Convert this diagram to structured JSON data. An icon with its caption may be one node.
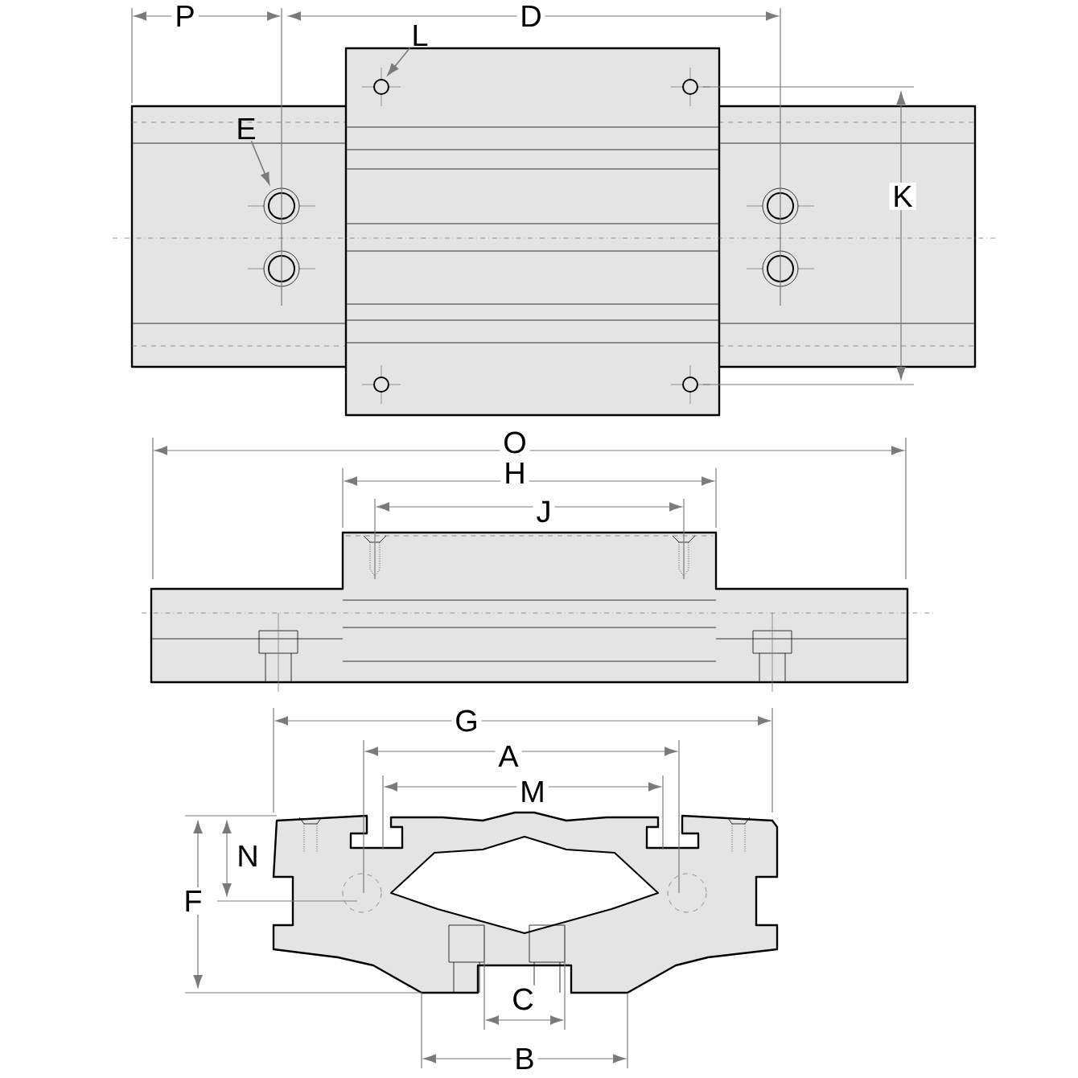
{
  "diagram": {
    "nodes": [
      {
        "text": [
          "L"
        ]
      },
      {
        "text": [
          "E"
        ]
      }
    ],
    "edges": [
      {
        "from": 0,
        "to": null,
        "arrow": "to"
      },
      {
        "from": 1,
        "to": null,
        "arrow": "to"
      }
    ],
    "labels": [
      "P",
      "D",
      "K",
      "O",
      "H",
      "J",
      "G",
      "A",
      "M",
      "N",
      "F",
      "C",
      "B"
    ]
  }
}
